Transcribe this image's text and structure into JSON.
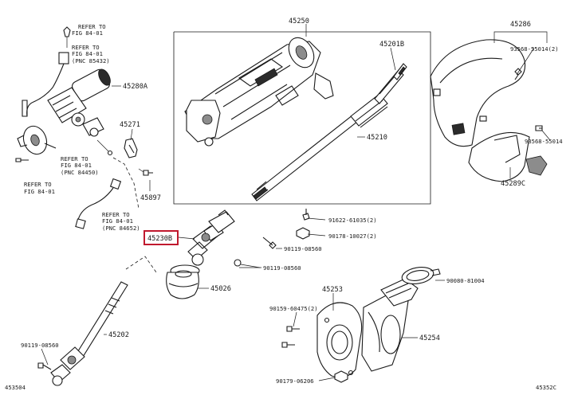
{
  "labels": {
    "ref_top_1": "REFER TO",
    "ref_top_2": "FIG 84-01",
    "ref_a_1": "REFER TO",
    "ref_a_2": "FIG 84-01",
    "ref_a_3": "(PNC 85432)",
    "ref_b_1": "REFER TO",
    "ref_b_2": "FIG 84-01",
    "ref_b_3": "(PNC 84450)",
    "ref_bot_1": "REFER TO",
    "ref_bot_2": "FIG 84-01",
    "ref_c_1": "REFER TO",
    "ref_c_2": "FIG 84-01",
    "ref_c_3": "(PNC 84652)",
    "p45280a": "45280A",
    "p45271": "45271",
    "p45897": "45897",
    "p45250": "45250",
    "p45201b": "45201B",
    "p45210": "45210",
    "p91622": "91622-61035(2)",
    "p90178": "90178-10027(2)",
    "p90119_a": "90119-08560",
    "p90119_b": "90119-08560",
    "p90119_c": "90119-08560",
    "p45230b": "45230B",
    "p45026": "45026",
    "p45202": "45202",
    "p45253": "45253",
    "p45254": "45254",
    "p90159": "90159-60475(2)",
    "p90179": "90179-06206",
    "p90080": "90080-81004",
    "p45286": "45286",
    "p93568_a": "93568-55014(2)",
    "p93568_b": "93568-55014",
    "p45289c": "45289C",
    "code_left": "453504",
    "code_right": "45352C"
  },
  "highlight": {
    "part": "45230B",
    "color": "#c0192e"
  }
}
